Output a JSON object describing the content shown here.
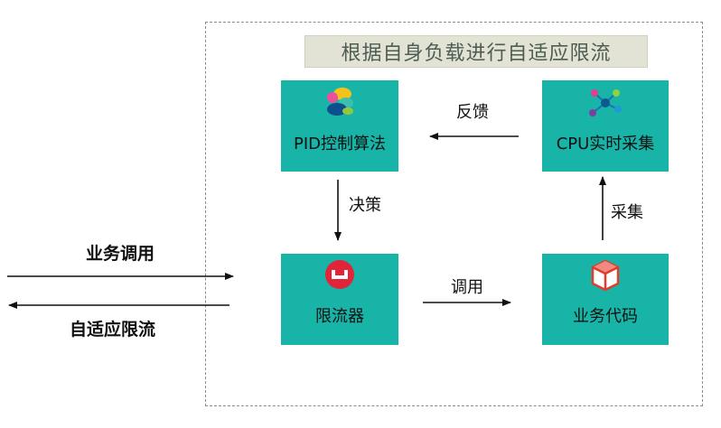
{
  "title": "根据自身负载进行自适应限流",
  "nodes": {
    "pid": {
      "label": "PID控制算法",
      "icon": "elastic-logo-icon"
    },
    "cpu": {
      "label": "CPU实时采集",
      "icon": "network-nodes-icon"
    },
    "limiter": {
      "label": "限流器",
      "icon": "couchbase-logo-icon"
    },
    "biz": {
      "label": "业务代码",
      "icon": "cube-box-icon"
    }
  },
  "edges": {
    "feedback": "反馈",
    "decision": "决策",
    "collect": "采集",
    "invoke": "调用"
  },
  "external": {
    "request": "业务调用",
    "response": "自适应限流"
  },
  "colors": {
    "node_fill": "#17b4a7",
    "banner_fill": "#e2e3d4",
    "banner_text": "#4e5d54"
  }
}
